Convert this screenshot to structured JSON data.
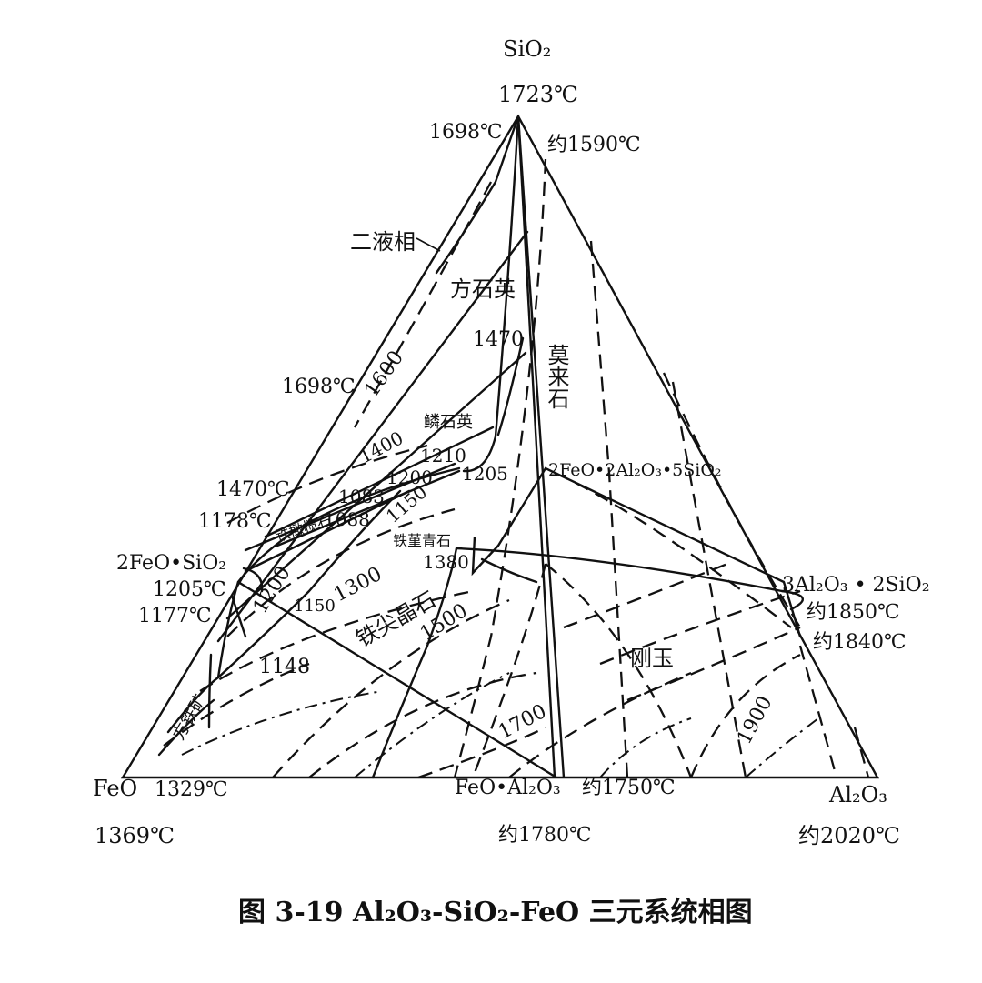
{
  "caption": "图 3-19    Al₂O₃-SiO₂-FeO 三元系统相图",
  "vertices": {
    "sio2": {
      "name": "SiO₂",
      "temp": "1723℃"
    },
    "feo": {
      "name": "FeO",
      "temp": "1369℃"
    },
    "al2o3": {
      "name": "Al₂O₃",
      "temp": "约2020℃"
    }
  },
  "compounds": {
    "fayalite": {
      "name": "2FeO•SiO₂",
      "temp_a": "1205℃",
      "temp_b": "1177℃"
    },
    "hercynite": {
      "name": "FeO•Al₂O₃",
      "temp": "约1780℃"
    },
    "cordierite": {
      "name": "2FeO•2Al₂O₃•5SiO₂"
    },
    "mullite": {
      "name": "3Al₂O₃ • 2SiO₂",
      "temp_a": "约1850℃",
      "temp_b": "约1840℃"
    }
  },
  "edge_temps": {
    "t1698_top": "1698℃",
    "t1590": "约1590℃",
    "t1698_left": "1698℃",
    "t1470": "1470℃",
    "t1178": "1178℃",
    "t1329": "1329℃",
    "t1750": "约1750℃"
  },
  "phase_fields": {
    "two_liquid": "二液相",
    "cristobalite": "方石英",
    "tridymite": "鳞石英",
    "mullite": "莫来石",
    "fayalite": "铁橄榄石",
    "fe_cordierite": "铁堇青石",
    "hercynite": "铁尖晶石",
    "corundum": "刚玉",
    "wustite": "方铁矿"
  },
  "isotherms": {
    "i1600": "1600",
    "i1470": "1470",
    "i1400": "1400",
    "i1210": "1210",
    "i1205": "1205",
    "i1200a": "1200",
    "i1083": "1083",
    "i1088": "1088",
    "i1150a": "1150",
    "i1380": "1380",
    "i1300": "1300",
    "i1200b": "1200",
    "i1150b": "1150",
    "i1148": "1148",
    "i1500": "1500",
    "i1700": "1700",
    "i1900": "1900"
  }
}
